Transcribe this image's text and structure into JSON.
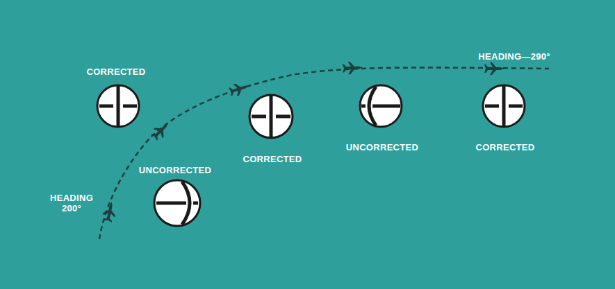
{
  "diagram": {
    "labels": [
      "CORRECTED",
      "UNCORRECTED",
      "HEADING 200°",
      "CORRECTED",
      "UNCORRECTED",
      "HEADING—290°",
      "CORRECTED"
    ]
  }
}
